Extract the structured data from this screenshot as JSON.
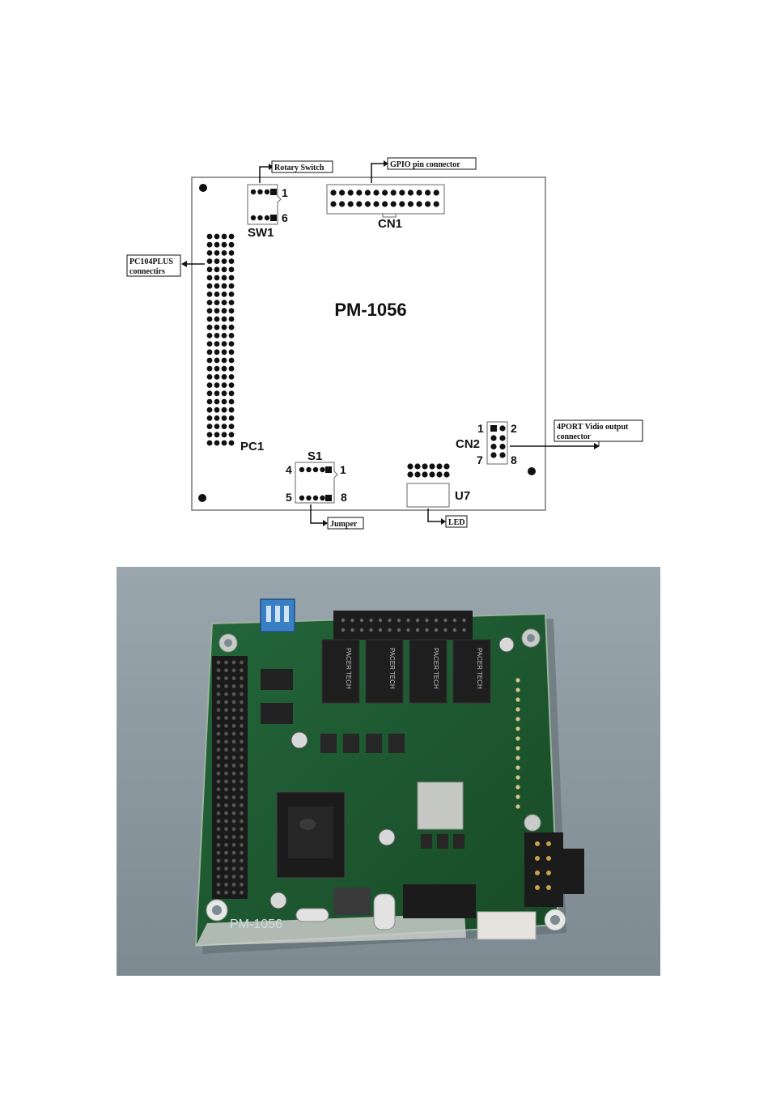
{
  "diagram": {
    "board_title": "PM-1056",
    "components": {
      "sw1": {
        "name": "SW1",
        "pin_top": "1",
        "pin_bottom": "6"
      },
      "cn1": {
        "name": "CN1"
      },
      "pc1": {
        "name": "PC1"
      },
      "s1": {
        "name": "S1",
        "pin_tl": "4",
        "pin_tr": "1",
        "pin_bl": "5",
        "pin_br": "8"
      },
      "cn2": {
        "name": "CN2",
        "pin_tl": "1",
        "pin_tr": "2",
        "pin_bl": "7",
        "pin_br": "8"
      },
      "u7": {
        "name": "U7"
      }
    },
    "callouts": {
      "rotary_switch": "Rotary Switch",
      "gpio": "GPIO pin connector",
      "pc104_line1": "PC104PLUS",
      "pc104_line2": "connectirs",
      "video_line1": "4PORT Vidio output",
      "video_line2": "connector",
      "jumper": "Jumper",
      "led": "LED"
    }
  },
  "photo": {
    "silk_model": "PM-1056",
    "relay_text": "PACER TECH"
  },
  "colors": {
    "pcb_green": "#1f5a2c",
    "background_gray": "#8e9aa1",
    "dip_blue": "#3a7fc4"
  }
}
